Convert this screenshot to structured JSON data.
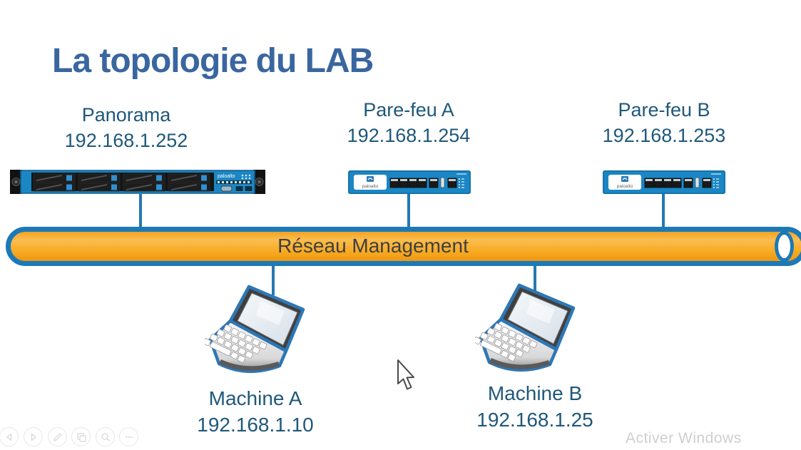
{
  "slide": {
    "title": "La topologie du LAB"
  },
  "nodes": {
    "panorama": {
      "name": "Panorama",
      "ip": "192.168.1.252"
    },
    "firewall_a": {
      "name": "Pare-feu A",
      "ip": "192.168.1.254"
    },
    "firewall_b": {
      "name": "Pare-feu B",
      "ip": "192.168.1.253"
    },
    "machine_a": {
      "name": "Machine A",
      "ip": "192.168.1.10"
    },
    "machine_b": {
      "name": "Machine B",
      "ip": "192.168.1.25"
    }
  },
  "bus": {
    "label": "Réseau Management"
  },
  "device_brand": "paloalto",
  "watermark": {
    "text": "Activer Windows"
  },
  "presenter_toolbar": {
    "buttons": [
      {
        "icon": "previous-slide-arrow-icon"
      },
      {
        "icon": "next-slide-arrow-icon"
      },
      {
        "icon": "pen-icon"
      },
      {
        "icon": "all-slides-icon"
      },
      {
        "icon": "zoom-icon"
      },
      {
        "icon": "more-options-icon"
      }
    ]
  },
  "colors": {
    "title_text": "#3a66a0",
    "label_text": "#1f587a",
    "bus_fill": "#f7a81f",
    "bus_border": "#1c79b8",
    "connector": "#2478b5",
    "bus_text": "#3f3f3f",
    "device_blue": "#1b86c3",
    "watermark_text": "#cfcfcf"
  }
}
